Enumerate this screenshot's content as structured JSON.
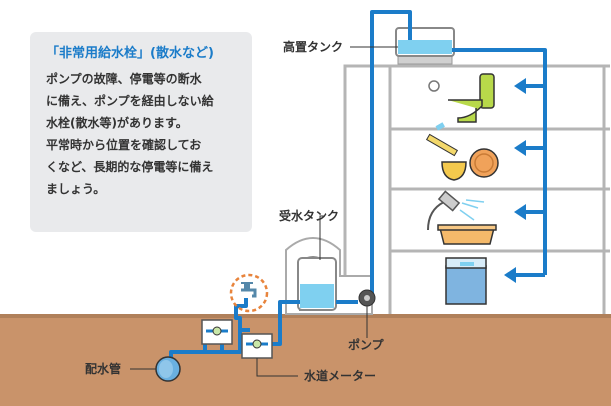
{
  "callout": {
    "title": "「非常用給水栓」(散水など)",
    "lines": [
      "ポンプの故障、停電等の断水",
      "に備え、ポンプを経由しない給",
      "水栓(散水等)があります。",
      "平常時から位置を確認してお",
      "くなど、長期的な停電等に備え",
      "ましょう。"
    ]
  },
  "labels": {
    "elevated_tank": "高置タンク",
    "receiving_tank": "受水タンク",
    "pump": "ポンプ",
    "distribution_pipe": "配水管",
    "water_meter": "水道メーター"
  },
  "colors": {
    "pipe": "#1b7cc9",
    "ground": "#c9936a",
    "emergency_ring": "#e8843c",
    "callout_bg": "#e9eaec",
    "callout_title": "#1b7cc9",
    "water": "#7fd0f0",
    "building_line": "#b5b5b5"
  },
  "icons": [
    "toilet-icon",
    "dishes-icon",
    "shower-icon",
    "washing-machine-icon",
    "faucet-icon",
    "water-meter-icon",
    "pump-icon"
  ]
}
